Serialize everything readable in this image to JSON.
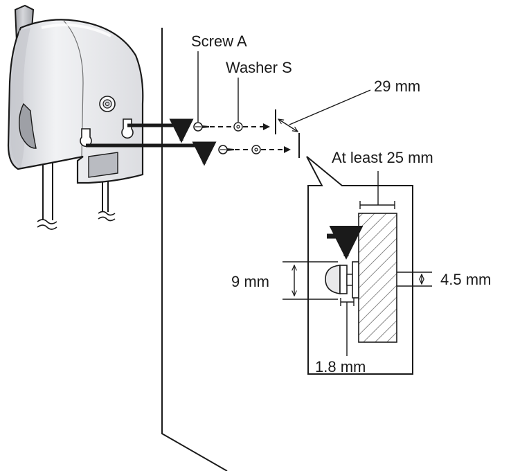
{
  "labels": {
    "screw": "Screw A",
    "washer": "Washer S",
    "spacing": "29 mm",
    "depth": "At least 25 mm",
    "head_diameter": "9 mm",
    "shank_diameter": "4.5 mm",
    "gap": "1.8 mm"
  },
  "colors": {
    "line": "#1a1a1a",
    "device_body": "#e4e5e8",
    "device_shadow": "#b9bbc1",
    "hatch": "#bdbdbd"
  }
}
